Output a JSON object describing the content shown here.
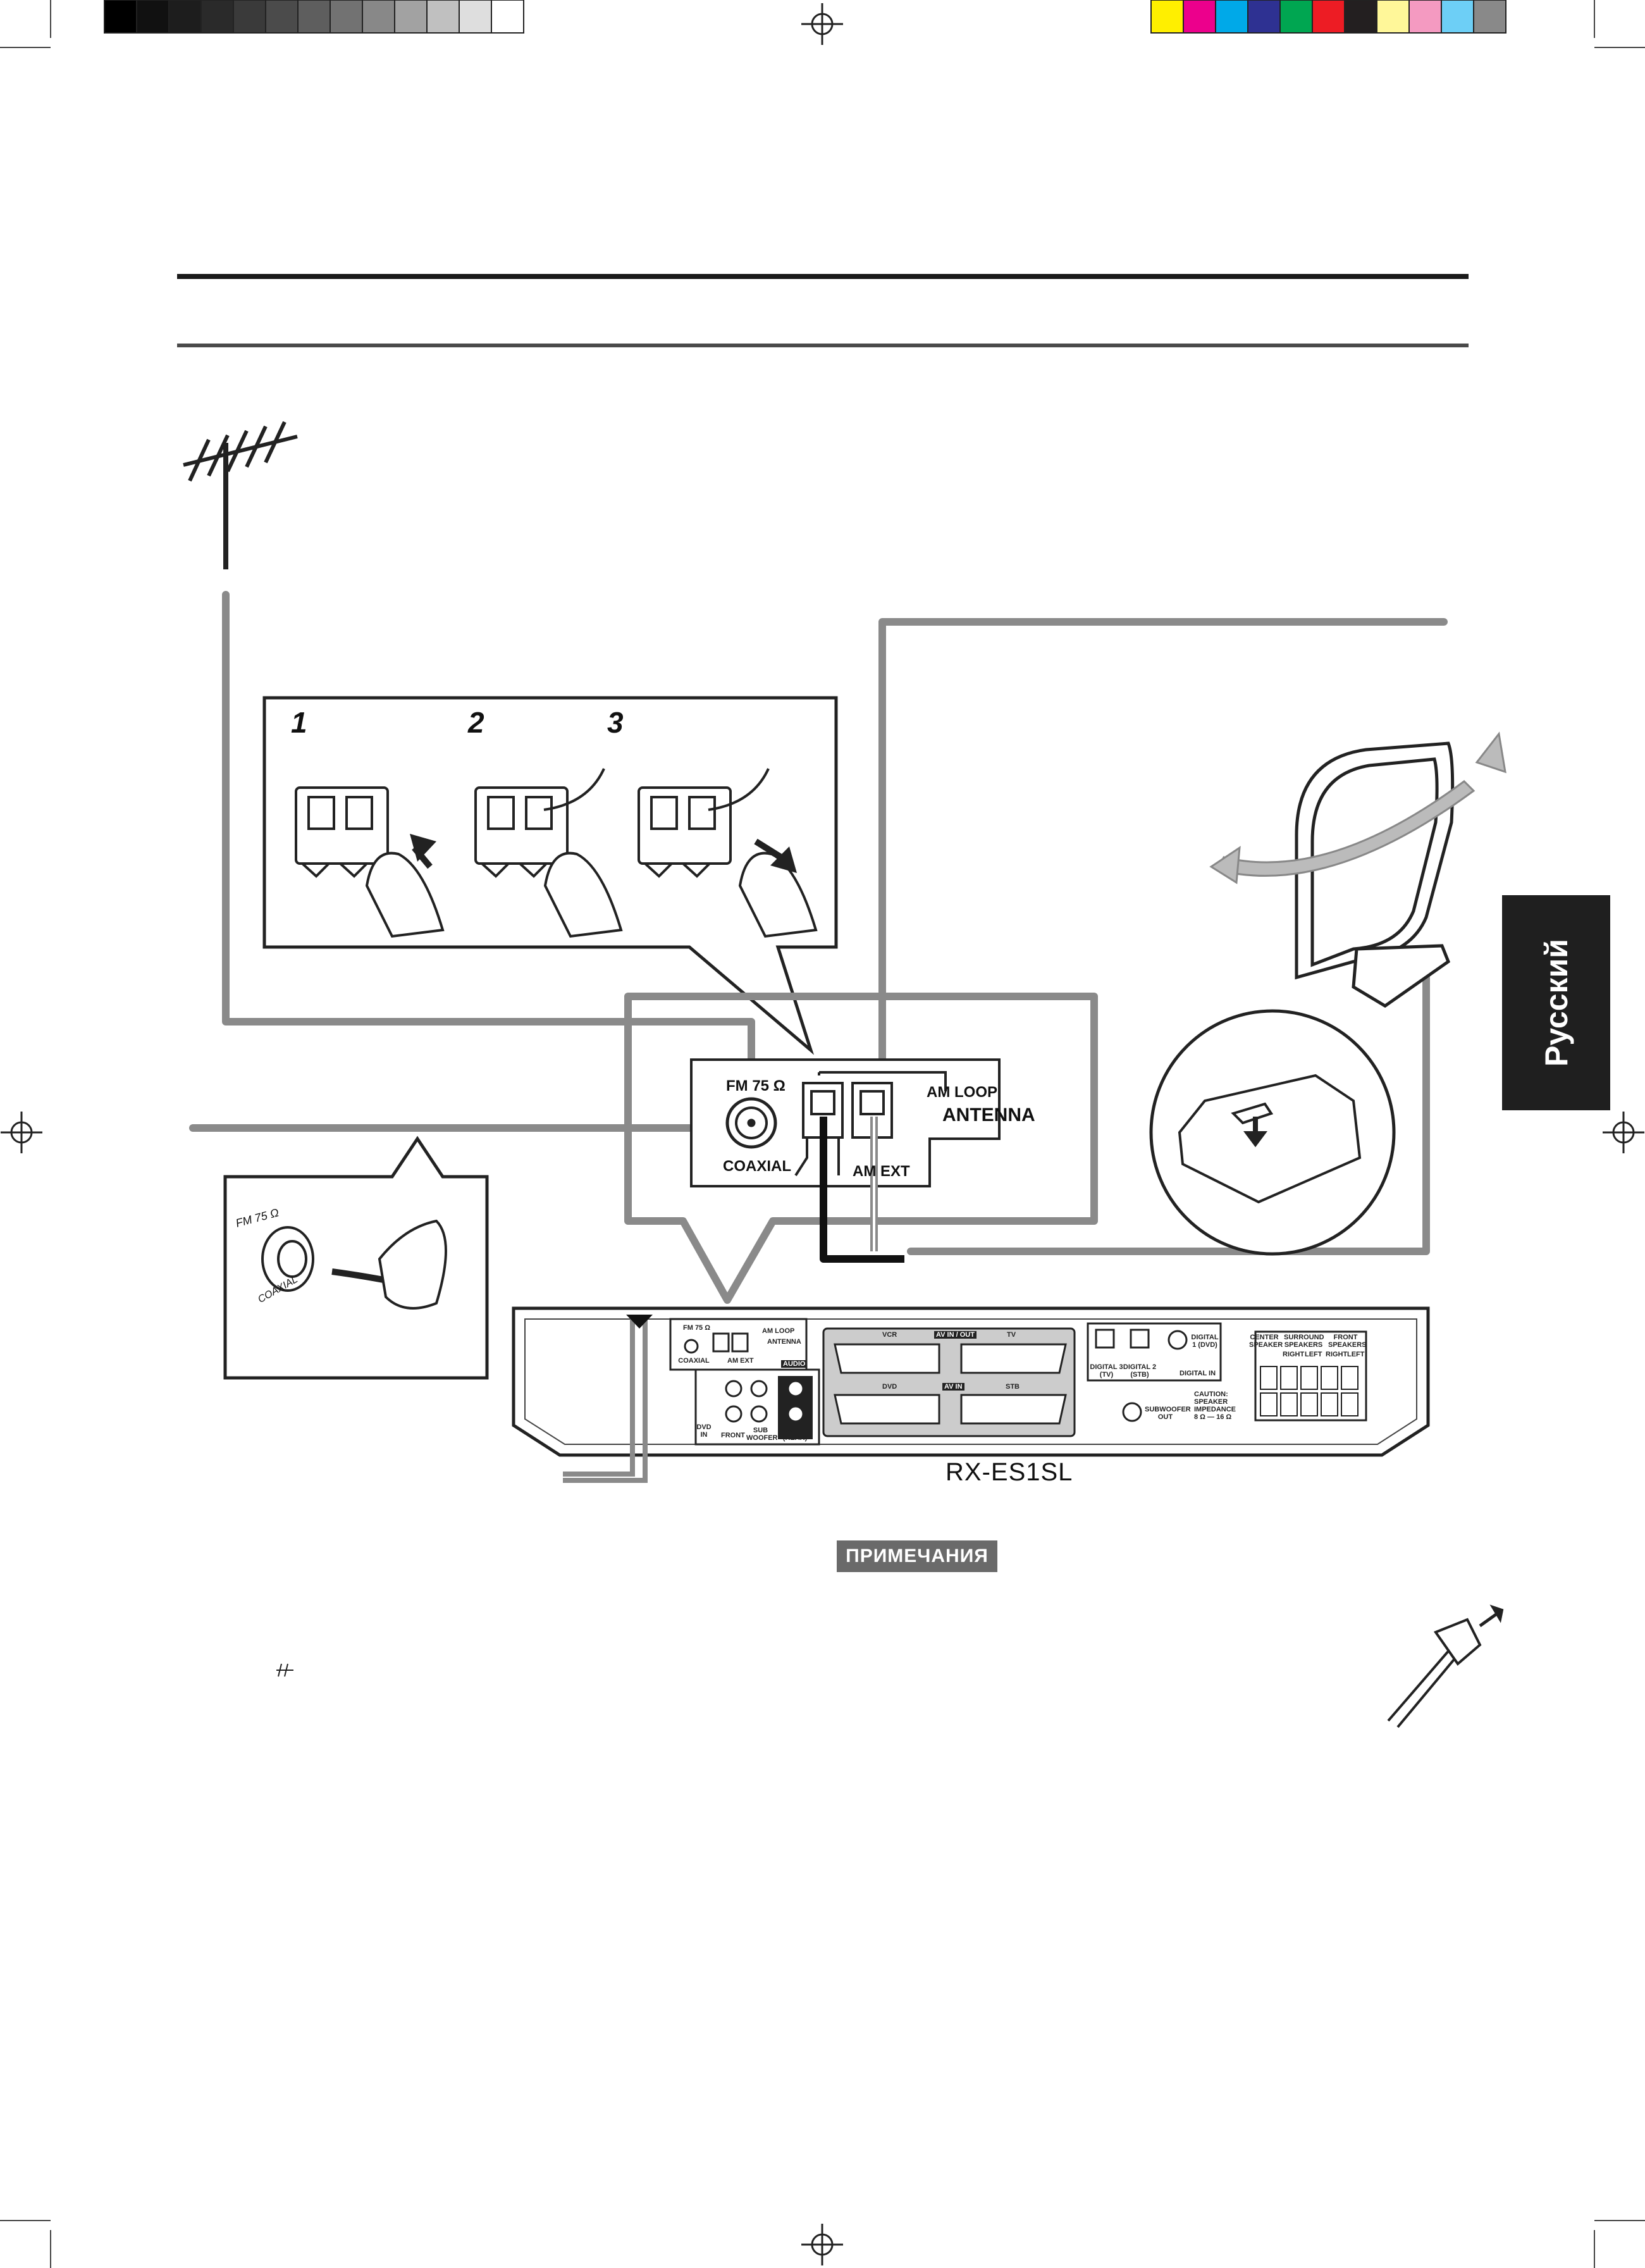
{
  "side_tab": "Русский",
  "model_name": "RX-ES1SL",
  "notes_badge": "ПРИМЕЧАНИЯ",
  "steps": [
    "1",
    "2",
    "3"
  ],
  "antenna_panel": {
    "fm_label": "FM 75 Ω",
    "coaxial_label": "COAXIAL",
    "am_loop_label": "AM  LOOP",
    "antenna_label": "ANTENNA",
    "am_ext_label": "AM EXT"
  },
  "coax_inset": {
    "fm_label": "FM 75 Ω",
    "coaxial_label": "COAXIAL"
  },
  "rear_panel": {
    "fm": "FM 75 Ω",
    "coaxial": "COAXIAL",
    "am_ext": "AM EXT",
    "am_loop": "AM LOOP",
    "antenna": "ANTENNA",
    "vcr": "VCR",
    "av_in_out": "AV IN / OUT",
    "tv": "TV",
    "dvd": "DVD",
    "av_in": "AV IN",
    "stb": "STB",
    "audio": "AUDIO",
    "dvd_in": "DVD IN",
    "front": "FRONT",
    "sub_woofer": "SUB WOOFER",
    "surr_rear": "SURR (REAR)",
    "digital_1": "DIGITAL 1 (DVD)",
    "digital_2": "DIGITAL 2 (STB)",
    "digital_3": "DIGITAL 3 (TV)",
    "digital_in": "DIGITAL IN",
    "subwoofer_out": "SUBWOOFER OUT",
    "center_speaker": "CENTER SPEAKER",
    "surround_speakers": "SURROUND SPEAKERS",
    "front_speakers": "FRONT SPEAKERS",
    "right": "RIGHT",
    "left": "LEFT",
    "caution": "CAUTION: SPEAKER IMPEDANCE 8 Ω — 16 Ω"
  },
  "colors": {
    "cable_gray": "#8a8a8a",
    "tab_bg": "#1f1f1f",
    "badge_bg": "#6a6a6a"
  },
  "registration_strip": {
    "grays": [
      "#000000",
      "#111111",
      "#1d1d1d",
      "#2a2a2a",
      "#3a3a3a",
      "#4b4b4b",
      "#5e5e5e",
      "#727272",
      "#888888",
      "#a2a2a2",
      "#c0c0c0",
      "#dedede",
      "#ffffff"
    ],
    "process": [
      "#ffef00",
      "#ec008c",
      "#00a9e8",
      "#2e3192",
      "#00a651",
      "#ed1c24",
      "#231f20",
      "#fff799",
      "#f49ac1",
      "#6dcff6",
      "#898989"
    ]
  }
}
